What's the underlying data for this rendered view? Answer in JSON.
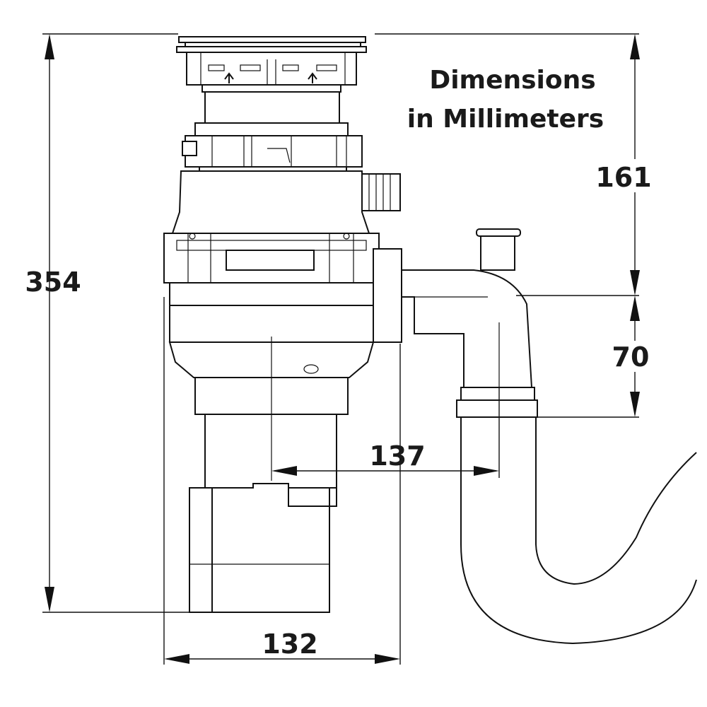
{
  "title": {
    "line1": "Dimensions",
    "line2": "in Millimeters"
  },
  "dimensions": {
    "overall_height": "354",
    "top_to_outlet": "161",
    "outlet_to_trap": "70",
    "outlet_offset": "137",
    "body_width": "132"
  }
}
